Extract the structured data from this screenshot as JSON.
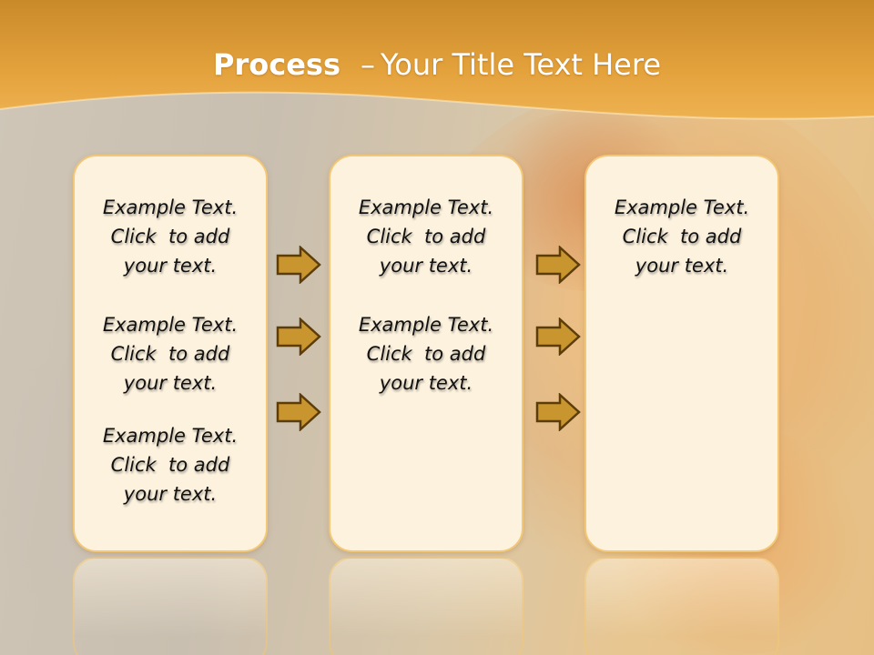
{
  "header": {
    "title_bold": "Process",
    "title_sep": "–",
    "title_rest": "Your Title Text Here"
  },
  "columns": [
    {
      "blocks": [
        [
          "Example Text.",
          "Click  to add",
          "your text."
        ],
        [
          "Example Text.",
          "Click  to add",
          "your text."
        ],
        [
          "Example Text.",
          "Click  to add",
          "your text."
        ]
      ]
    },
    {
      "blocks": [
        [
          "Example Text.",
          "Click  to add",
          "your text."
        ],
        [
          "Example Text.",
          "Click  to add",
          "your text."
        ]
      ]
    },
    {
      "blocks": [
        [
          "Example Text.",
          "Click  to add",
          "your text."
        ]
      ]
    }
  ],
  "colors": {
    "header_orange": "#e7a33a",
    "box_fill": "#fdf2de",
    "box_border": "#f3c775",
    "arrow_fill": "#c9952e",
    "arrow_stroke": "#5c3d0a"
  },
  "icons": [
    "right-arrow-icon"
  ]
}
